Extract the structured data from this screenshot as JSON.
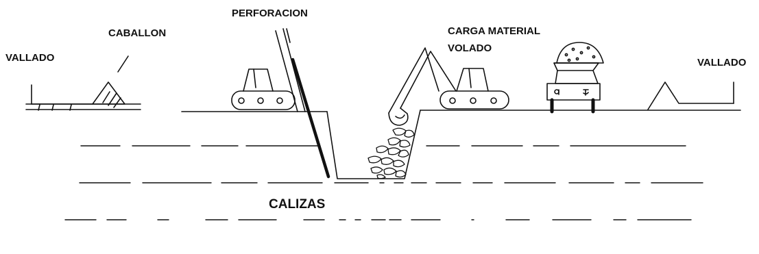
{
  "labels": {
    "fence_left": "VALLADO",
    "berm": "CABALLON",
    "drilling": "PERFORACION",
    "loading_line1": "CARGA MATERIAL",
    "loading_line2": "VOLADO",
    "fence_right": "VALLADO",
    "limestone": "CALIZAS"
  },
  "colors": {
    "ink": "#111111",
    "background": "#ffffff"
  }
}
